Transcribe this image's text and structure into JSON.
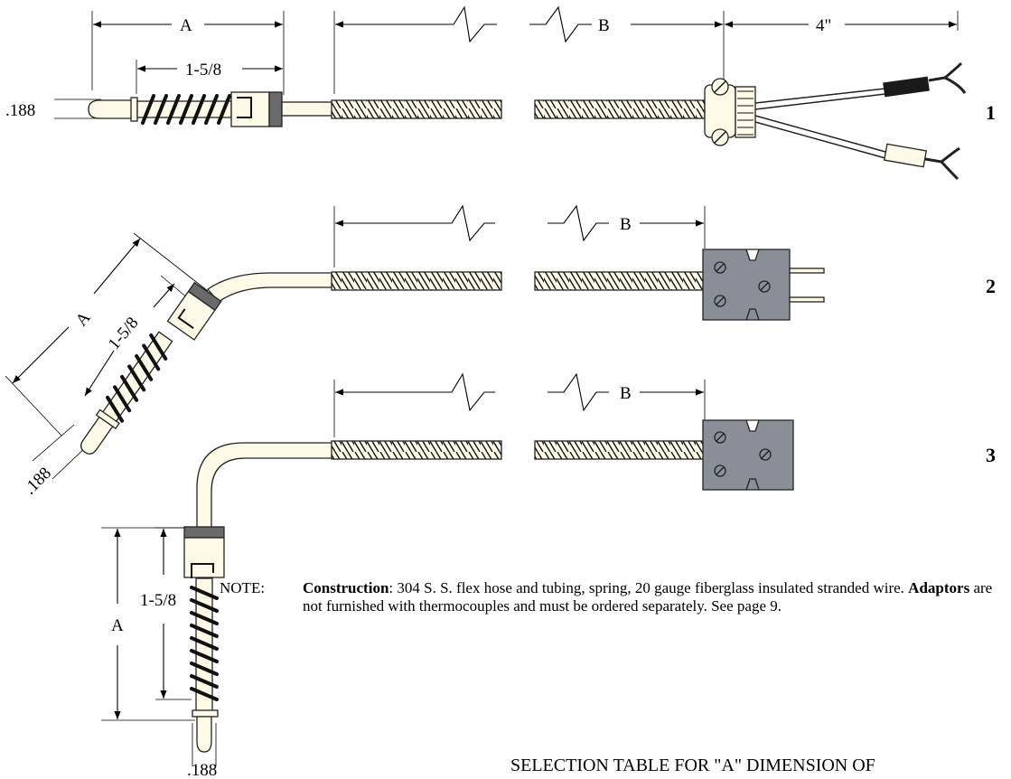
{
  "labels": {
    "dim_a": "A",
    "dim_b": "B",
    "dim_spring": "1-5/8",
    "dim_lead": "4\"",
    "dim_tip": ".188"
  },
  "items": [
    {
      "number": "1"
    },
    {
      "number": "2"
    },
    {
      "number": "3"
    }
  ],
  "note": {
    "tag": "NOTE:",
    "construction_label": "Construction",
    "construction_text": ": 304 S. S. flex hose and tubing, spring, 20 gauge fiberglass insulated stranded wire. ",
    "adaptors_label": "Adaptors",
    "adaptors_text": " are not furnished with thermocouples and must be ordered separately.  See page 9."
  },
  "footer_title": "SELECTION TABLE FOR \"A\" DIMENSION OF",
  "colors": {
    "probe_fill": "#fdfbe8",
    "connector_fill": "#8a8e96",
    "band_fill": "#6a6a6a",
    "sleeve_fill": "#1a1a1a"
  }
}
